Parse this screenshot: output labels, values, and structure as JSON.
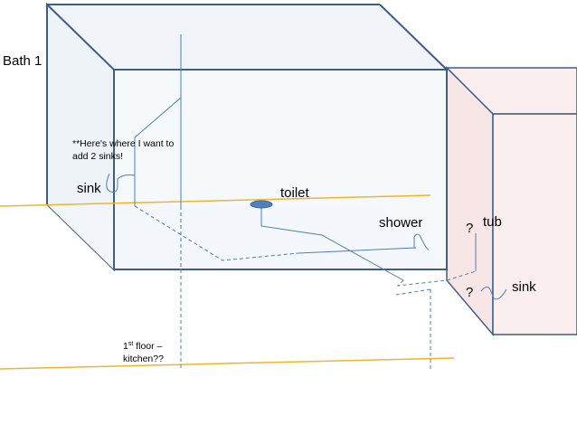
{
  "labels": {
    "bath": "Bath 1",
    "note_line1": "**Here's where I want to",
    "note_line2": "add 2 sinks!",
    "sink_left": "sink",
    "toilet": "toilet",
    "shower": "shower",
    "question_upper": "?",
    "tub": "tub",
    "question_lower": "?",
    "sink_right": "sink",
    "floor_num": "1",
    "floor_sup": "st",
    "floor_rest": " floor –",
    "floor_line2": "kitchen??"
  },
  "colors": {
    "room_front_fill": "#f4f8fb",
    "room_side_fill": "#edf2f8",
    "room_stroke": "#3f5e85",
    "adjacent_fill": "#fbeeee",
    "adjacent_stroke": "#3f5e85",
    "pipe": "#4a7ebb",
    "floor_line": "#f0b42c",
    "toilet": "#4f7fbf"
  }
}
